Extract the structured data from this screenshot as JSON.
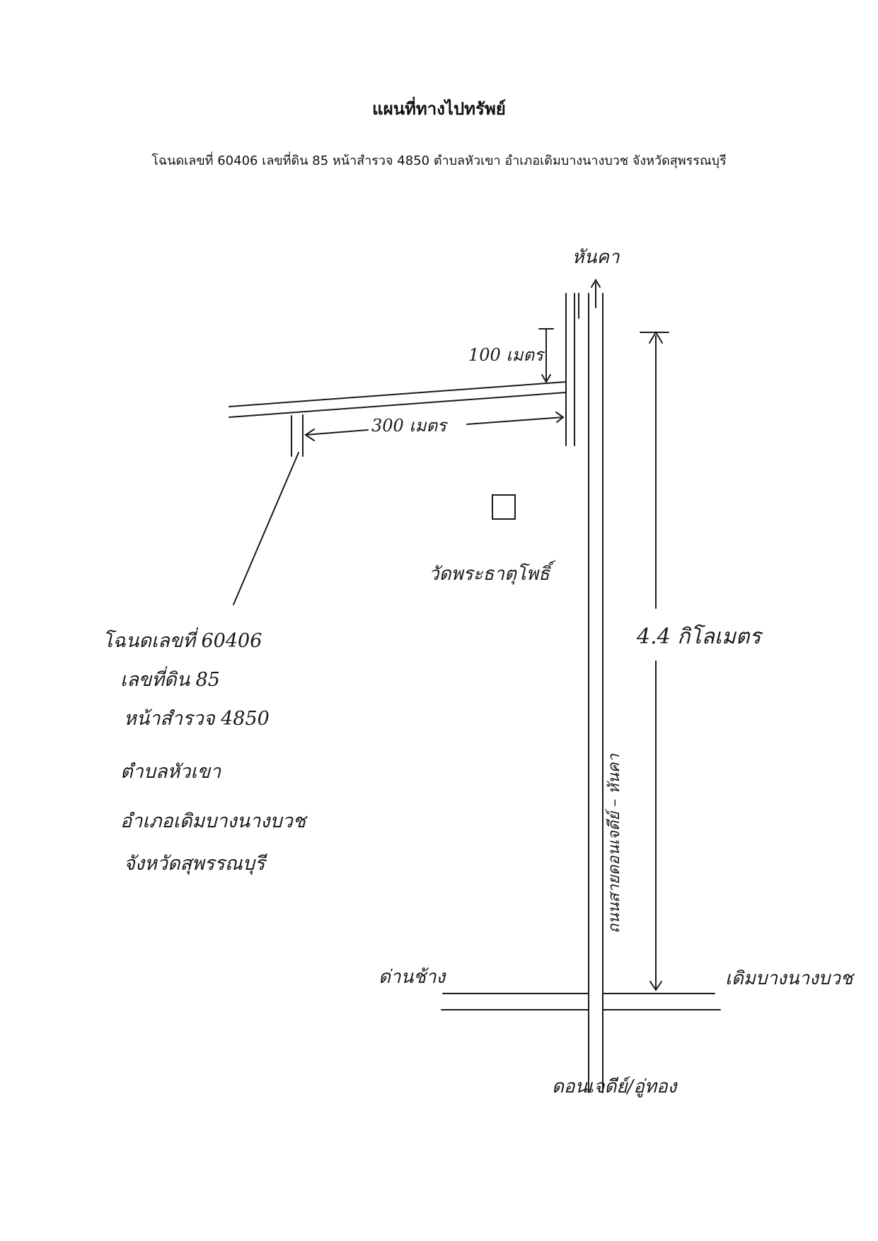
{
  "document": {
    "title": "แผนที่ทางไปทรัพย์",
    "subtitle": "โฉนดเลขที่ 60406 เลขที่ดิน 85 หน้าสำรวจ  4850 ตำบลหัวเขา อำเภอเดิมบางนางบวช จังหวัดสุพรรณบุรี"
  },
  "map": {
    "north_label": "หันคา",
    "distance_100": "100 เมตร",
    "distance_300": "300 เมตร",
    "temple_label": "วัดพระธาตุโพธิ์",
    "road_label": "ถนนสายดอนเจดีย์ – หันคา",
    "distance_main": "4.4 กิโลเมตร",
    "west_label": "ด่านช้าง",
    "east_label": "เดิมบางนางบวช",
    "south_label": "ดอนเจดีย์/อู่ทอง",
    "parcel_lines": [
      "โฉนดเลขที่ 60406",
      "เลขที่ดิน 85",
      "หน้าสำรวจ 4850",
      "ตำบลหัวเขา",
      "อำเภอเดิมบางนางบวช",
      "จังหวัดสุพรรณบุรี"
    ],
    "ink_color": "#1a1a1a"
  }
}
